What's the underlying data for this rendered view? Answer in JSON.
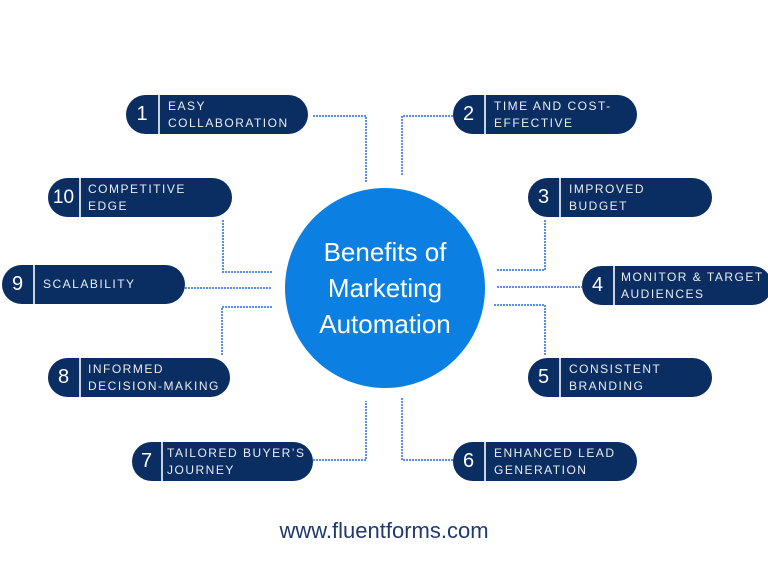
{
  "center": {
    "line1": "Benefits of",
    "line2": "Marketing",
    "line3": "Automation"
  },
  "benefits": [
    {
      "number": "1",
      "line1": "EASY",
      "line2": "COLLABORATION"
    },
    {
      "number": "2",
      "line1": "TIME AND COST-",
      "line2": "EFFECTIVE"
    },
    {
      "number": "3",
      "line1": "IMPROVED",
      "line2": "BUDGET"
    },
    {
      "number": "4",
      "line1": "MONITOR & TARGET",
      "line2": "AUDIENCES"
    },
    {
      "number": "5",
      "line1": "CONSISTENT",
      "line2": "BRANDING"
    },
    {
      "number": "6",
      "line1": "ENHANCED LEAD",
      "line2": "GENERATION"
    },
    {
      "number": "7",
      "line1": "TAILORED BUYER’S",
      "line2": "JOURNEY"
    },
    {
      "number": "8",
      "line1": "INFORMED",
      "line2": "DECISION-MAKING"
    },
    {
      "number": "9",
      "line1": "SCALABILITY",
      "line2": ""
    },
    {
      "number": "10",
      "line1": "COMPETITIVE",
      "line2": "EDGE"
    }
  ],
  "footer": {
    "url": "www.fluentforms.com"
  },
  "colors": {
    "pill": "#0a2d62",
    "circle": "#0c7fe3",
    "connector": "#5b8fe9",
    "footer_text": "#1e3a6d"
  }
}
